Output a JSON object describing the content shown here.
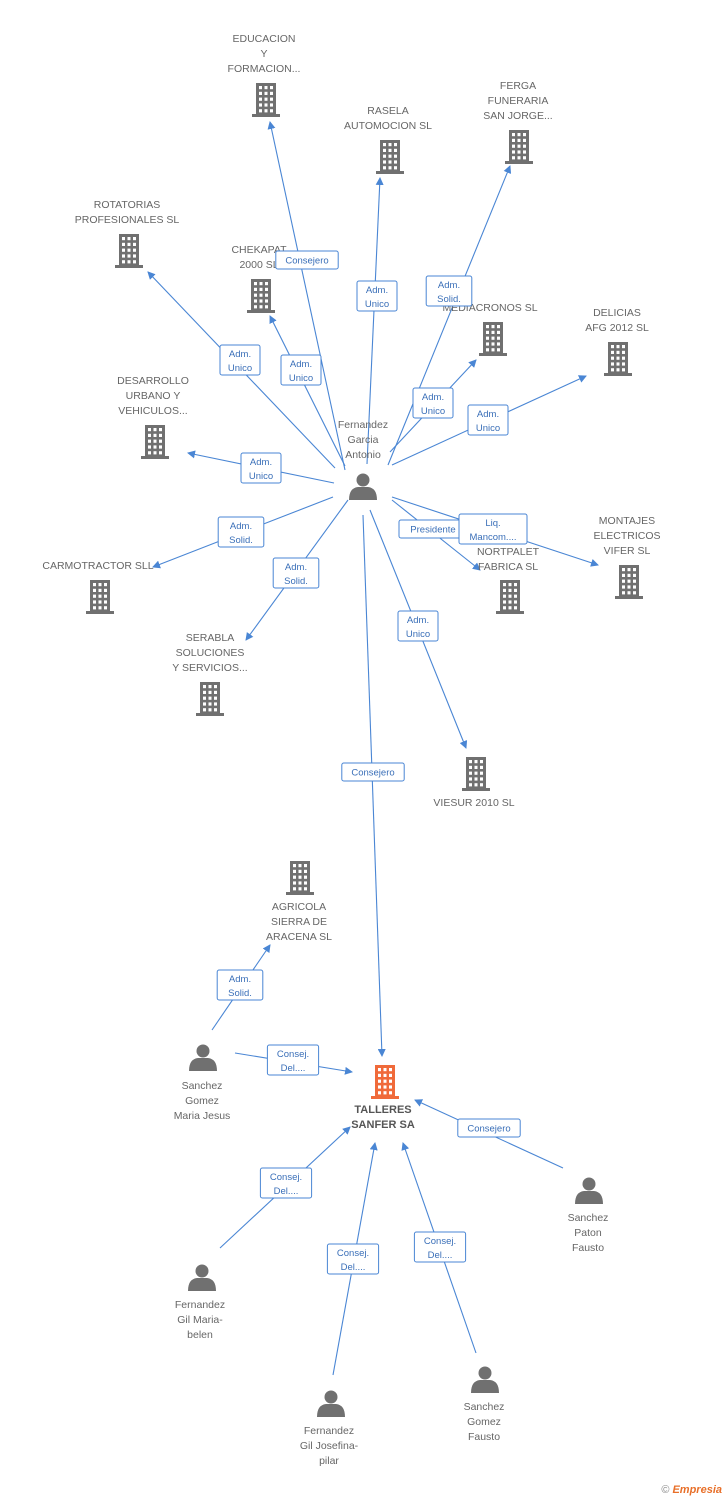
{
  "colors": {
    "edge": "#4a86d4",
    "company": "#707070",
    "company_main": "#f06a3a",
    "person": "#707070",
    "label": "#666666"
  },
  "nodes": [
    {
      "id": "fga",
      "type": "person",
      "lines": [
        "Fernandez",
        "Garcia",
        "Antonio"
      ]
    },
    {
      "id": "talleres",
      "type": "company-main",
      "lines": [
        "TALLERES",
        "SANFER SA"
      ]
    },
    {
      "id": "educacion",
      "type": "company",
      "lines": [
        "EDUCACION",
        "Y",
        "FORMACION..."
      ]
    },
    {
      "id": "rasela",
      "type": "company",
      "lines": [
        "RASELA",
        "AUTOMOCION SL"
      ]
    },
    {
      "id": "ferga",
      "type": "company",
      "lines": [
        "FERGA",
        "FUNERARIA",
        "SAN JORGE..."
      ]
    },
    {
      "id": "rotatorias",
      "type": "company",
      "lines": [
        "ROTATORIAS",
        "PROFESIONALES SL"
      ]
    },
    {
      "id": "chekapat",
      "type": "company",
      "lines": [
        "CHEKAPAT",
        "2000 SL"
      ]
    },
    {
      "id": "mediacronos",
      "type": "company",
      "lines": [
        "MEDIACRONOS SL"
      ]
    },
    {
      "id": "delicias",
      "type": "company",
      "lines": [
        "DELICIAS",
        "AFG 2012 SL"
      ]
    },
    {
      "id": "desarrollo",
      "type": "company",
      "lines": [
        "DESARROLLO",
        "URBANO Y",
        "VEHICULOS..."
      ]
    },
    {
      "id": "carmotractor",
      "type": "company",
      "lines": [
        "CARMOTRACTOR SLL"
      ]
    },
    {
      "id": "serabla",
      "type": "company",
      "lines": [
        "SERABLA",
        "SOLUCIONES",
        "Y SERVICIOS..."
      ]
    },
    {
      "id": "nortpalet",
      "type": "company",
      "lines": [
        "NORTPALET",
        "FABRICA SL"
      ]
    },
    {
      "id": "montajes",
      "type": "company",
      "lines": [
        "MONTAJES",
        "ELECTRICOS",
        "VIFER SL"
      ]
    },
    {
      "id": "viesur",
      "type": "company",
      "lines": [
        "VIESUR 2010 SL"
      ]
    },
    {
      "id": "agricola",
      "type": "company",
      "lines": [
        "AGRICOLA",
        "SIERRA DE",
        "ARACENA SL"
      ]
    },
    {
      "id": "sgmj",
      "type": "person",
      "lines": [
        "Sanchez",
        "Gomez",
        "Maria Jesus"
      ]
    },
    {
      "id": "spf",
      "type": "person",
      "lines": [
        "Sanchez",
        "Paton",
        "Fausto"
      ]
    },
    {
      "id": "fgmb",
      "type": "person",
      "lines": [
        "Fernandez",
        "Gil Maria-",
        "belen"
      ]
    },
    {
      "id": "fgjp",
      "type": "person",
      "lines": [
        "Fernandez",
        "Gil Josefina-",
        "pilar"
      ]
    },
    {
      "id": "sgf",
      "type": "person",
      "lines": [
        "Sanchez",
        "Gomez",
        "Fausto"
      ]
    }
  ],
  "edges": [
    {
      "from": "fga",
      "to": "educacion",
      "label": [
        "Consejero"
      ]
    },
    {
      "from": "fga",
      "to": "rasela",
      "label": [
        "Adm.",
        "Unico"
      ]
    },
    {
      "from": "fga",
      "to": "ferga",
      "label": [
        "Adm.",
        "Solid."
      ]
    },
    {
      "from": "fga",
      "to": "rotatorias",
      "label": [
        "Adm.",
        "Unico"
      ]
    },
    {
      "from": "fga",
      "to": "chekapat",
      "label": [
        "Adm.",
        "Unico"
      ]
    },
    {
      "from": "fga",
      "to": "mediacronos",
      "label": [
        "Adm.",
        "Unico"
      ]
    },
    {
      "from": "fga",
      "to": "delicias",
      "label": [
        "Adm.",
        "Unico"
      ]
    },
    {
      "from": "fga",
      "to": "desarrollo",
      "label": [
        "Adm.",
        "Unico"
      ]
    },
    {
      "from": "fga",
      "to": "carmotractor",
      "label": [
        "Adm.",
        "Solid."
      ]
    },
    {
      "from": "fga",
      "to": "serabla",
      "label": [
        "Adm.",
        "Solid."
      ]
    },
    {
      "from": "fga",
      "to": "nortpalet",
      "label": [
        "Presidente"
      ]
    },
    {
      "from": "fga",
      "to": "montajes",
      "label": [
        "Liq.",
        "Mancom...."
      ]
    },
    {
      "from": "fga",
      "to": "viesur",
      "label": [
        "Adm.",
        "Unico"
      ]
    },
    {
      "from": "fga",
      "to": "talleres",
      "label": [
        "Consejero"
      ]
    },
    {
      "from": "sgmj",
      "to": "agricola",
      "label": [
        "Adm.",
        "Solid."
      ]
    },
    {
      "from": "sgmj",
      "to": "talleres",
      "label": [
        "Consej.",
        "Del...."
      ]
    },
    {
      "from": "spf",
      "to": "talleres",
      "label": [
        "Consejero"
      ]
    },
    {
      "from": "fgmb",
      "to": "talleres",
      "label": [
        "Consej.",
        "Del...."
      ]
    },
    {
      "from": "fgjp",
      "to": "talleres",
      "label": [
        "Consej.",
        "Del...."
      ]
    },
    {
      "from": "sgf",
      "to": "talleres",
      "label": [
        "Consej.",
        "Del...."
      ]
    }
  ],
  "footer": {
    "copyright": "©",
    "brand": "Empresia"
  }
}
